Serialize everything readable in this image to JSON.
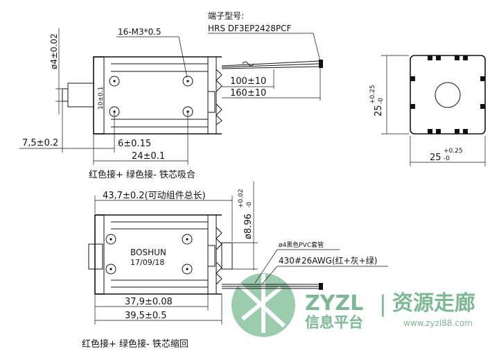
{
  "top_view": {
    "terminal_label": "端子型号:",
    "terminal_model": "HRS  DF3EP2428PCF",
    "screw_spec": "16-M3*0.5",
    "dim_shaft_dia": "ø4±0.02",
    "dim_hole_spacing": "10±0.1",
    "dim_shaft_ext": "7,5±0.2",
    "dim_6": "6±0.15",
    "dim_24": "24±0.1",
    "dim_wire_100": "100±10",
    "dim_wire_160": "160±10",
    "caption": "红色接+ 绿色接- 铁芯吸合"
  },
  "end_view": {
    "dim_height": "25",
    "dim_width": "25",
    "tol_plus": "+0.25",
    "tol_minus": "-0"
  },
  "bottom_view": {
    "dim_total": "43,7±0.2(可动组件总长)",
    "dim_dia": "ø8.96",
    "dim_dia_tol_plus": "+0.02",
    "dim_dia_tol_minus": "-0",
    "brand": "BOSHUN",
    "date": "17/09/18",
    "sleeve_note": "ø4黑色PVC套管",
    "wire_note": "430#26AWG(红+灰+绿)",
    "dim_37": "37,9±0.08",
    "dim_39": "39,5±0.5",
    "caption": "红色接+ 绿色接- 铁芯缩回"
  },
  "watermark": {
    "brand": "ZYZL",
    "divider": "|",
    "title": "资源走廊",
    "subtitle": "信息平台",
    "url": "www.zyzl88.com"
  }
}
